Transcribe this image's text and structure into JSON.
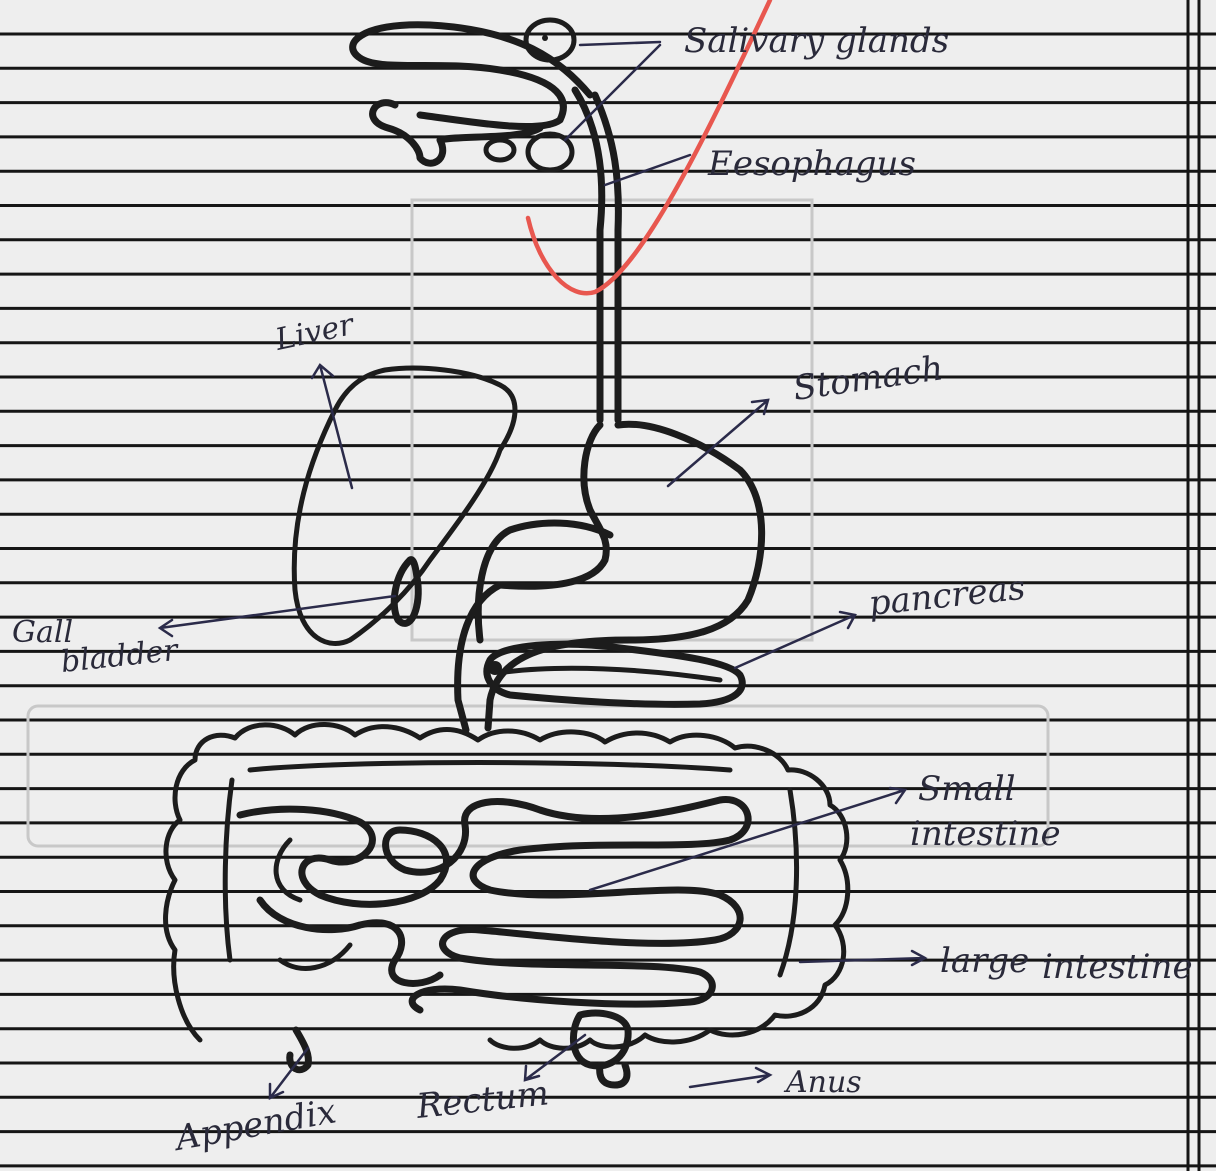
{
  "labels": {
    "salivary_glands": "Salivary glands",
    "oesophagus": "Eesophagus",
    "liver": "Liver",
    "stomach": "Stomach",
    "pancreas": "pancreas",
    "gall": "Gall",
    "bladder": "bladder",
    "small": "Small",
    "intestine_small": "intestine",
    "large": "large",
    "intestine_large": "intestine",
    "appendix": "Appendix",
    "rectum": "Rectum",
    "anus": "Anus"
  },
  "colors": {
    "paper": "#eeeeee",
    "ink": "#1c1c1c",
    "pen": "#2a2a3a",
    "tick": "#e8574f",
    "rule": "#151515"
  }
}
